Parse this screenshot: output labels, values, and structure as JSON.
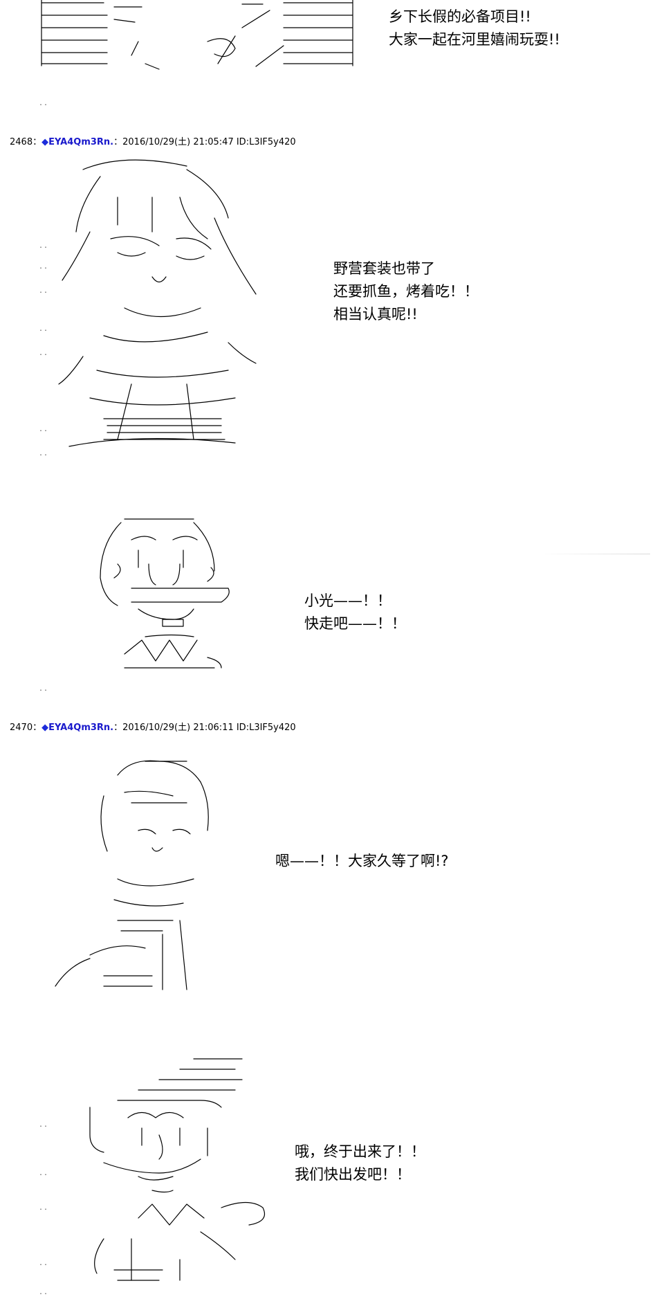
{
  "posts": [
    {
      "header": {
        "number": "2468",
        "sep": "：",
        "diamond": "◆",
        "trip": "EYA4Qm3Rn.",
        "datetime": "：2016/10/29(土) 21:05:47 ID:L3IF5y420"
      }
    },
    {
      "header": {
        "number": "2470",
        "sep": "：",
        "diamond": "◆",
        "trip": "EYA4Qm3Rn.",
        "datetime": "：2016/10/29(土) 21:06:11 ID:L3IF5y420"
      }
    }
  ],
  "dialogs": {
    "top": [
      "乡下长假的必备项目!!",
      "大家一起在河里嬉闹玩耍!!"
    ],
    "camp": [
      "野营套装也带了",
      "还要抓鱼，烤着吃！！",
      "相当认真呢!!"
    ],
    "hikaru": [
      "小光——！！",
      "快走吧——！！"
    ],
    "wait": [
      "嗯——！！大家久等了啊!?"
    ],
    "finally": [
      "哦，终于出来了！！",
      "我们快出发吧！！"
    ]
  },
  "dots": ".."
}
